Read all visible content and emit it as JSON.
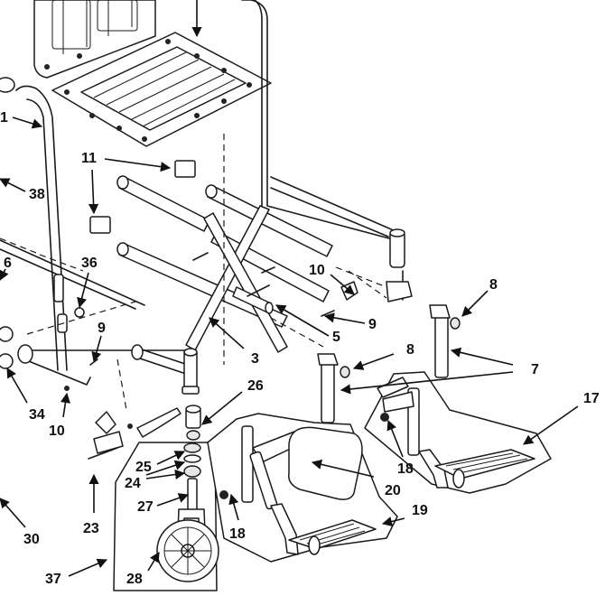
{
  "colors": {
    "line": "#1a1a1a",
    "background": "#ffffff",
    "shade": "#e6e6e6"
  },
  "callouts": [
    {
      "id": "c1",
      "text": "1"
    },
    {
      "id": "c38",
      "text": "38"
    },
    {
      "id": "c11",
      "text": "11"
    },
    {
      "id": "c36",
      "text": "36"
    },
    {
      "id": "c6",
      "text": "6"
    },
    {
      "id": "c9a",
      "text": "9"
    },
    {
      "id": "c3",
      "text": "3"
    },
    {
      "id": "c10a",
      "text": "10"
    },
    {
      "id": "c9b",
      "text": "9"
    },
    {
      "id": "c5",
      "text": "5"
    },
    {
      "id": "c8a",
      "text": "8"
    },
    {
      "id": "c8b",
      "text": "8"
    },
    {
      "id": "c7",
      "text": "7"
    },
    {
      "id": "c34",
      "text": "34"
    },
    {
      "id": "c10b",
      "text": "10"
    },
    {
      "id": "c26",
      "text": "26"
    },
    {
      "id": "c17",
      "text": "17"
    },
    {
      "id": "c25",
      "text": "25"
    },
    {
      "id": "c24",
      "text": "24"
    },
    {
      "id": "c18a",
      "text": "18"
    },
    {
      "id": "c20",
      "text": "20"
    },
    {
      "id": "c27",
      "text": "27"
    },
    {
      "id": "c23",
      "text": "23"
    },
    {
      "id": "c19",
      "text": "19"
    },
    {
      "id": "c18b",
      "text": "18"
    },
    {
      "id": "c30",
      "text": "30"
    },
    {
      "id": "c37",
      "text": "37"
    },
    {
      "id": "c28",
      "text": "28"
    }
  ]
}
